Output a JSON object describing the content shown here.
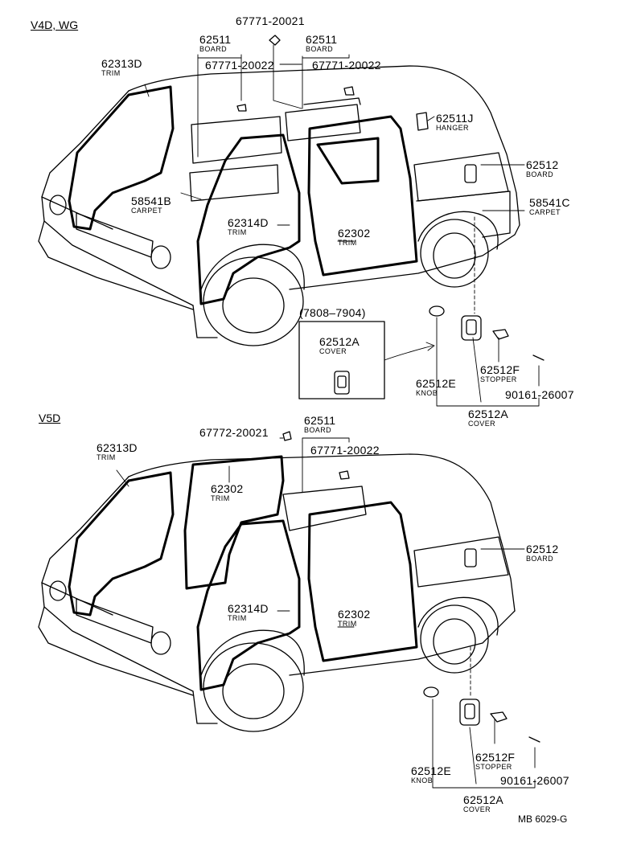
{
  "sections": [
    {
      "title": "V4D, WG",
      "labels": [
        {
          "part": "67771-20021",
          "name": ""
        },
        {
          "part": "62511",
          "name": "BOARD"
        },
        {
          "part": "62511",
          "name": "BOARD"
        },
        {
          "part": "62313D",
          "name": "TRIM"
        },
        {
          "part": "67771-20022",
          "name": ""
        },
        {
          "part": "67771-20022",
          "name": ""
        },
        {
          "part": "62511J",
          "name": "HANGER"
        },
        {
          "part": "62512",
          "name": "BOARD"
        },
        {
          "part": "58541B",
          "name": "CARPET"
        },
        {
          "part": "58541C",
          "name": "CARPET"
        },
        {
          "part": "62314D",
          "name": "TRIM"
        },
        {
          "part": "62302",
          "name": "TRIM"
        },
        {
          "part": "(7808–7904)",
          "name": ""
        },
        {
          "part": "62512A",
          "name": "COVER"
        },
        {
          "part": "62512F",
          "name": "STOPPER"
        },
        {
          "part": "62512E",
          "name": "KNOB"
        },
        {
          "part": "90161-26007",
          "name": ""
        },
        {
          "part": "62512A",
          "name": "COVER"
        }
      ]
    },
    {
      "title": "V5D",
      "labels": [
        {
          "part": "67772-20021",
          "name": ""
        },
        {
          "part": "62511",
          "name": "BOARD"
        },
        {
          "part": "62313D",
          "name": "TRIM"
        },
        {
          "part": "67771-20022",
          "name": ""
        },
        {
          "part": "62302",
          "name": "TRIM"
        },
        {
          "part": "62512",
          "name": "BOARD"
        },
        {
          "part": "62314D",
          "name": "TRIM"
        },
        {
          "part": "62302",
          "name": "TRIM"
        },
        {
          "part": "62512F",
          "name": "STOPPER"
        },
        {
          "part": "62512E",
          "name": "KNOB"
        },
        {
          "part": "90161-26007",
          "name": ""
        },
        {
          "part": "62512A",
          "name": "COVER"
        }
      ]
    }
  ],
  "diagram_code": "MB 6029-G"
}
